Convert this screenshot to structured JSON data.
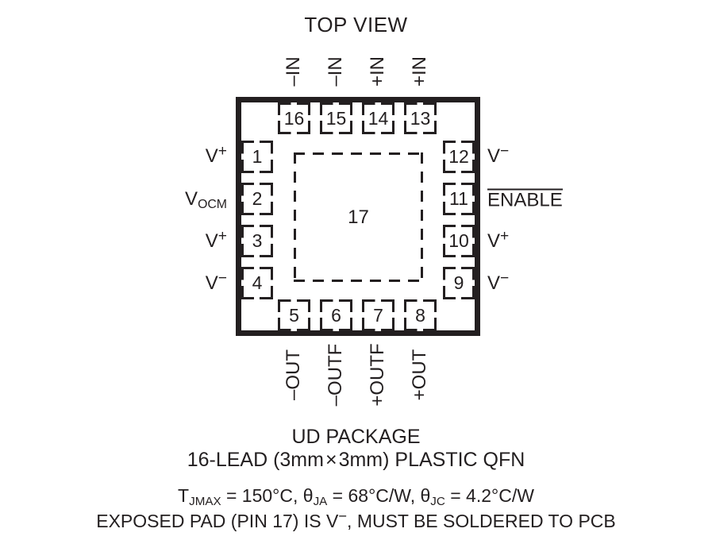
{
  "title": "TOP VIEW",
  "package": {
    "exposed_pad_pin": "17",
    "body_label": "package-outline"
  },
  "pins": {
    "top": [
      {
        "number": "16",
        "signal_prefix": "–",
        "signal": "IN"
      },
      {
        "number": "15",
        "signal_prefix": "–",
        "signal": "IN"
      },
      {
        "number": "14",
        "signal_prefix": "+",
        "signal": "IN"
      },
      {
        "number": "13",
        "signal_prefix": "+",
        "signal": "IN"
      }
    ],
    "left": [
      {
        "number": "1",
        "signal": "V",
        "sup": "+"
      },
      {
        "number": "2",
        "signal": "V",
        "sub": "OCM"
      },
      {
        "number": "3",
        "signal": "V",
        "sup": "+"
      },
      {
        "number": "4",
        "signal": "V",
        "sup": "−"
      }
    ],
    "right": [
      {
        "number": "12",
        "signal": "V",
        "sup": "−"
      },
      {
        "number": "11",
        "signal": "ENABLE",
        "overline": true
      },
      {
        "number": "10",
        "signal": "V",
        "sup": "+"
      },
      {
        "number": "9",
        "signal": "V",
        "sup": "−"
      }
    ],
    "bottom": [
      {
        "number": "5",
        "signal": "–OUT"
      },
      {
        "number": "6",
        "signal": "–OUTF"
      },
      {
        "number": "7",
        "signal": "+OUTF"
      },
      {
        "number": "8",
        "signal": "+OUT"
      }
    ]
  },
  "caption": {
    "line1": "UD PACKAGE",
    "line2_a": "16-LEAD (3mm",
    "line2_x": "×",
    "line2_b": "3mm) PLASTIC QFN",
    "line3_tjmax_var": "T",
    "line3_tjmax_sub": "JMAX",
    "line3_tjmax_val": " = 150°C, ",
    "line3_tja_var": "θ",
    "line3_tja_sub": "JA",
    "line3_tja_val": " = 68°C/W, ",
    "line3_tjc_var": "θ",
    "line3_tjc_sub": "JC",
    "line3_tjc_val": " = 4.2°C/W",
    "line4_a": "EXPOSED PAD (PIN 17) IS V",
    "line4_sup": "−",
    "line4_b": ", MUST BE SOLDERED TO PCB"
  },
  "colors": {
    "ink": "#231f20",
    "background": "#ffffff"
  }
}
